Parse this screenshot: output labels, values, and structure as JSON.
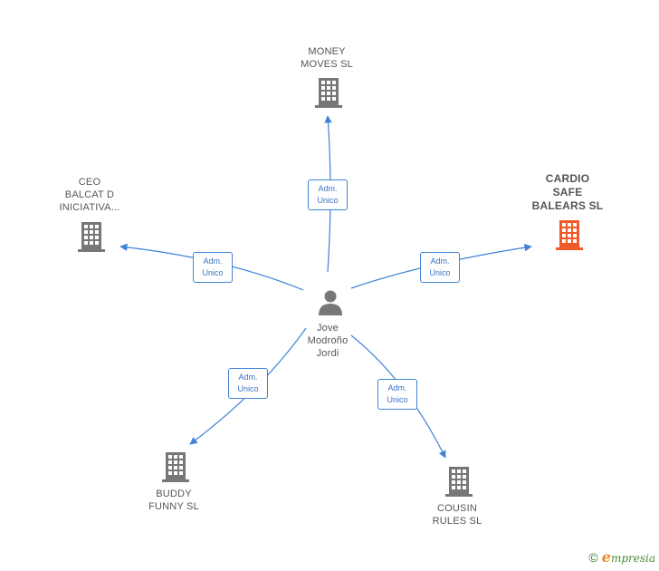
{
  "diagram": {
    "center": {
      "name_lines": [
        "Jove",
        "Modroño",
        "Jordi"
      ],
      "icon": "person-icon"
    },
    "edge_label": [
      "Adm.",
      "Unico"
    ],
    "companies": [
      {
        "id": "money",
        "name_lines": [
          "MONEY",
          "MOVES  SL"
        ],
        "icon": "building-icon",
        "color": "#777777",
        "highlight": false
      },
      {
        "id": "ceo",
        "name_lines": [
          "CEO",
          "BALCAT D",
          "INICIATIVA..."
        ],
        "icon": "building-icon",
        "color": "#777777",
        "highlight": false
      },
      {
        "id": "cardio",
        "name_lines": [
          "CARDIO",
          "SAFE",
          "BALEARS  SL"
        ],
        "icon": "building-icon",
        "color": "#f05a28",
        "highlight": true
      },
      {
        "id": "buddy",
        "name_lines": [
          "BUDDY",
          "FUNNY  SL"
        ],
        "icon": "building-icon",
        "color": "#777777",
        "highlight": false
      },
      {
        "id": "cousin",
        "name_lines": [
          "COUSIN",
          "RULES  SL"
        ],
        "icon": "building-icon",
        "color": "#777777",
        "highlight": false
      }
    ],
    "edge_color": "#3f82d6",
    "person_color": "#777777"
  },
  "footer": {
    "copyright_symbol": "©",
    "brand_initial": "e",
    "brand_rest": "mpresia"
  }
}
